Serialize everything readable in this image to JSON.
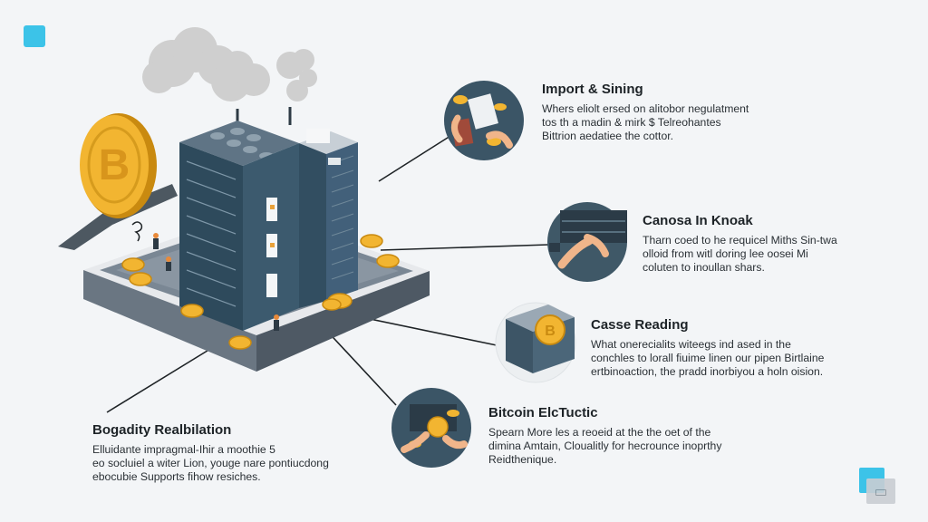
{
  "callouts": [
    {
      "title": "Import & Sining",
      "lines": [
        "Whers eliolt ersed on alitobor negulatment",
        "tos th a madin & mirk $ Telreohantes",
        "Bittrion aedatiee the cottor."
      ],
      "icon": "trading-hands-icon"
    },
    {
      "title": "Canosa In Knoak",
      "lines": [
        "Tharn coed to he requicel Miths Sin-twa",
        "olloid from witl doring lee oosei Mi",
        "coluten to inoullan shars."
      ],
      "icon": "server-hands-icon"
    },
    {
      "title": "Casse Reading",
      "lines": [
        "What onerecialits witeegs ind ased in the",
        "conchles to lorall fiuime linen our pipen Birtlaine",
        "ertbinoaction, the pradd inorbiyou a holn oision."
      ],
      "icon": "coin-server-icon"
    },
    {
      "title": "Bitcoin ElcTuctic",
      "lines": [
        "Spearn More les a reoeid at the the oet of the",
        "dimina Amtain, Cloualitly for hecrounce inoprthy",
        "Reidthenique."
      ],
      "icon": "coin-exchange-icon"
    },
    {
      "title": "Bogadity Realbilation",
      "lines": [
        "Elluidante impragmal-Ihir a moothie 5",
        "eo socluiel a witer Lion, youge nare pontiucdong",
        "ebocubie Supports fihow resiches."
      ],
      "icon": ""
    }
  ],
  "colors": {
    "accent": "#3cc3e8",
    "coin_gold": "#f2b531",
    "building_dark": "#2e4a5c",
    "platform": "#5d6b78",
    "smoke": "#cfcfcf"
  },
  "icons": [
    "bitcoin-coin-icon",
    "mining-building-icon",
    "smoke-cloud-icon",
    "worker-figure-icon"
  ]
}
